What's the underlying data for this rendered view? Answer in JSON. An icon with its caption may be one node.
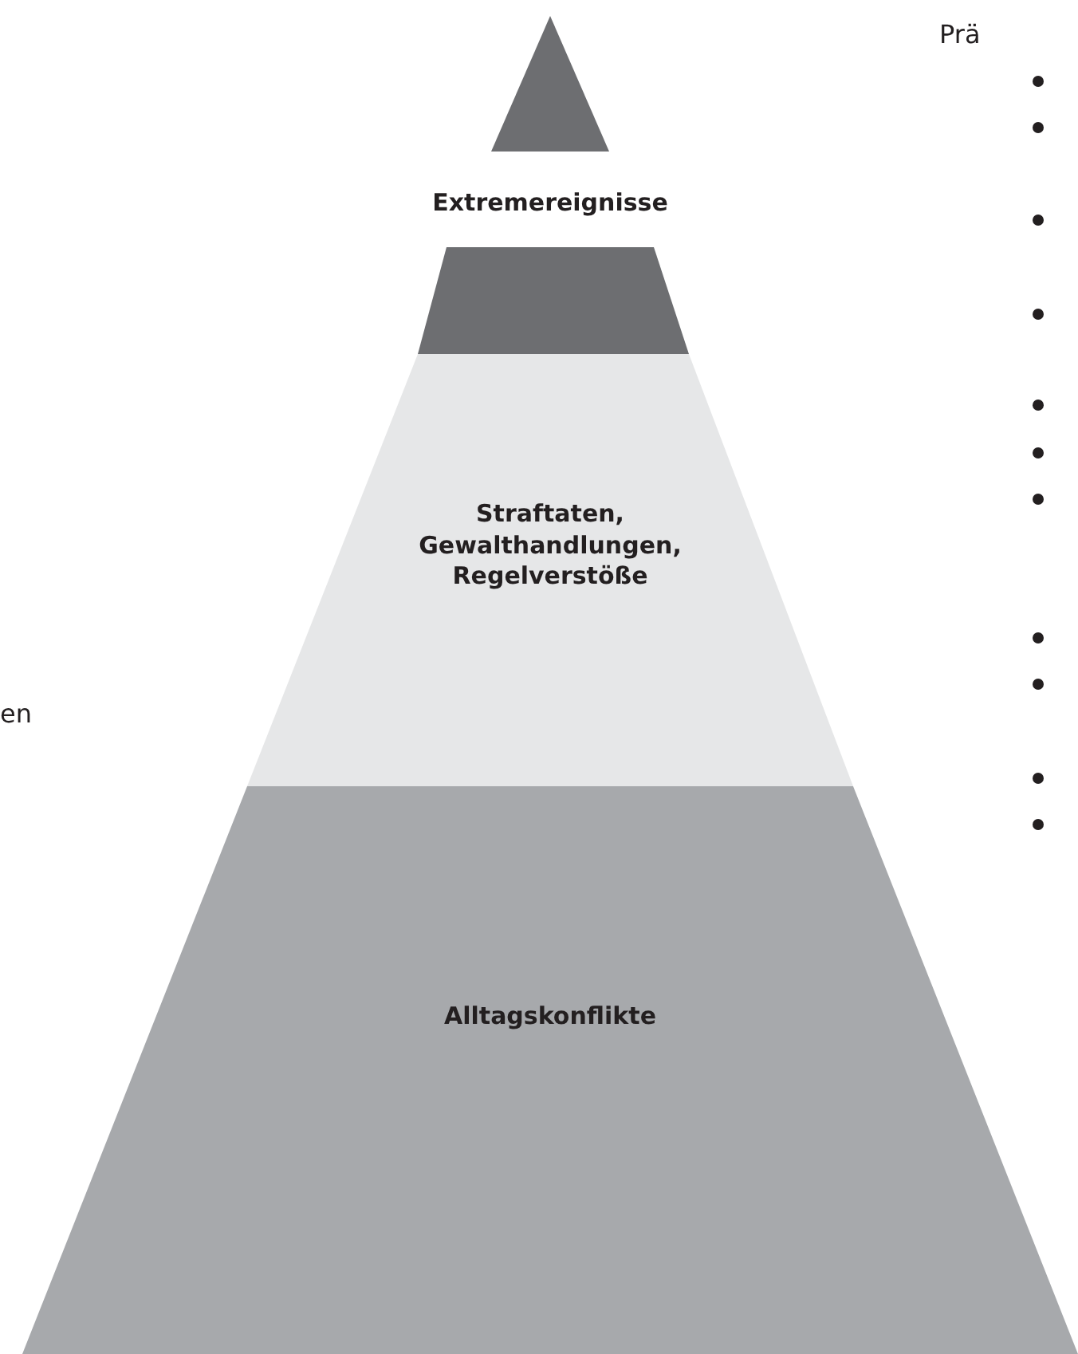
{
  "diagram": {
    "nodes": [
      {
        "text": [
          "Extremereignisse"
        ]
      },
      {
        "text": [
          "Straftaten, Gewalthandlungen, Regelverstöße"
        ]
      },
      {
        "text": [
          "Alltagskonflikte"
        ]
      }
    ],
    "labels": [
      "Prä",
      "en"
    ]
  }
}
